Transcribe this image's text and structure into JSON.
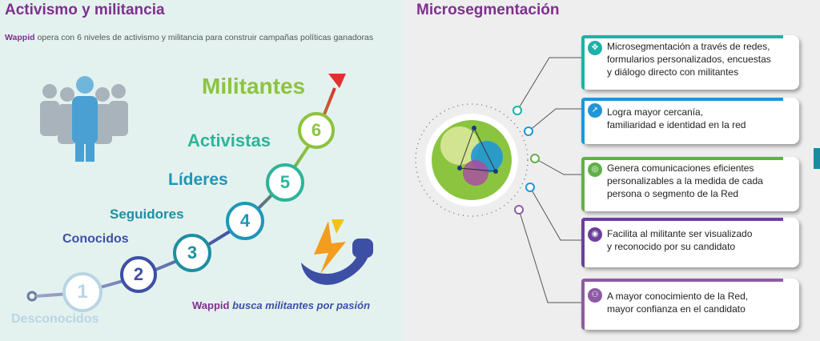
{
  "left": {
    "title": "Activismo y militancia",
    "intro_brand": "Wappid",
    "intro_text": " opera con 6 niveles de activismo y militancia para construir campañas políticas ganadoras",
    "levels": [
      {
        "label": "Desconocidos",
        "number": "1",
        "color": "#b9d5e4"
      },
      {
        "label": "Conocidos",
        "number": "2",
        "color": "#3d4fa5"
      },
      {
        "label": "Seguidores",
        "number": "3",
        "color": "#1e8fa0"
      },
      {
        "label": "Líderes",
        "number": "4",
        "color": "#1f96b8"
      },
      {
        "label": "Activistas",
        "number": "5",
        "color": "#2cb59a"
      },
      {
        "label": "Militantes",
        "number": "6",
        "color": "#8cc43f"
      }
    ],
    "tagline_brand": "Wappid",
    "tagline_text": "busca militantes por pasión"
  },
  "right": {
    "title": "Microsegmentación",
    "cards": [
      {
        "lines": [
          "Microsegmentación a través de redes,",
          "formularios personalizados, encuestas",
          "y diálogo directo con militantes"
        ],
        "color": "#1bb3a8",
        "icon": "network-icon"
      },
      {
        "lines": [
          "Logra mayor cercanía,",
          "familiaridad e identidad en la red"
        ],
        "color": "#1f96d6",
        "icon": "rocket-icon"
      },
      {
        "lines": [
          "Genera comunicaciones eficientes",
          "personalizables a la medida de cada",
          "persona o segmento de la Red"
        ],
        "color": "#5fb246",
        "icon": "target-icon"
      },
      {
        "lines": [
          "Facilita al militante ser visualizado",
          "y reconocido por su candidato"
        ],
        "color": "#6d3f9a",
        "icon": "eye-icon"
      },
      {
        "lines": [
          "A mayor conocimiento de la Red,",
          "mayor confianza en el candidato"
        ],
        "color": "#8e5aa6",
        "icon": "people-icon"
      }
    ]
  }
}
